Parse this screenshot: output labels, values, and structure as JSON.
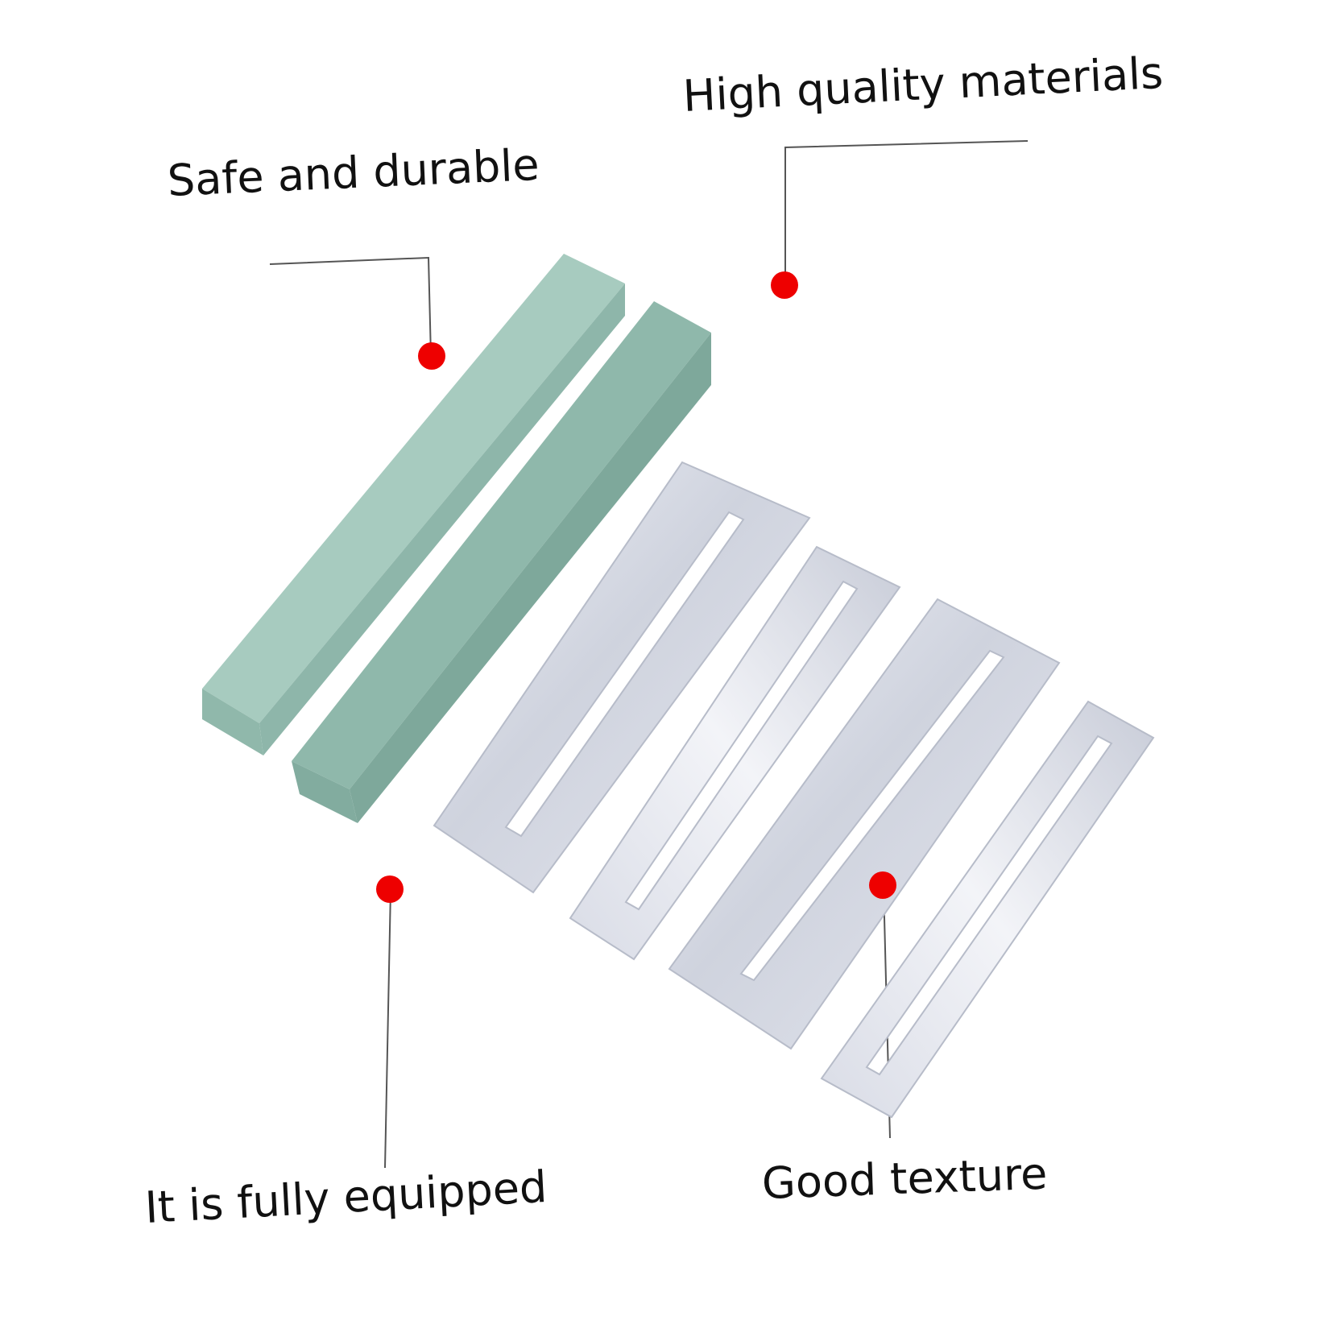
{
  "callouts": {
    "safe": "Safe and durable",
    "high_quality": "High quality materials",
    "equipped": "It is fully equipped",
    "texture": "Good texture"
  },
  "products": {
    "stones": [
      {
        "name": "sharpening-stone",
        "color": "#9cc2b5"
      },
      {
        "name": "sharpening-stone",
        "color": "#86b2a5"
      }
    ],
    "protectors": [
      {
        "name": "fret-protector-plate",
        "color": "#d8dbe6"
      },
      {
        "name": "fret-protector-plate",
        "color": "#d8dbe6"
      },
      {
        "name": "fret-protector-plate",
        "color": "#d8dbe6"
      },
      {
        "name": "fret-protector-plate",
        "color": "#d8dbe6"
      }
    ]
  },
  "colors": {
    "marker": "#ee0000",
    "leader_line": "#555555",
    "background": "#ffffff"
  }
}
